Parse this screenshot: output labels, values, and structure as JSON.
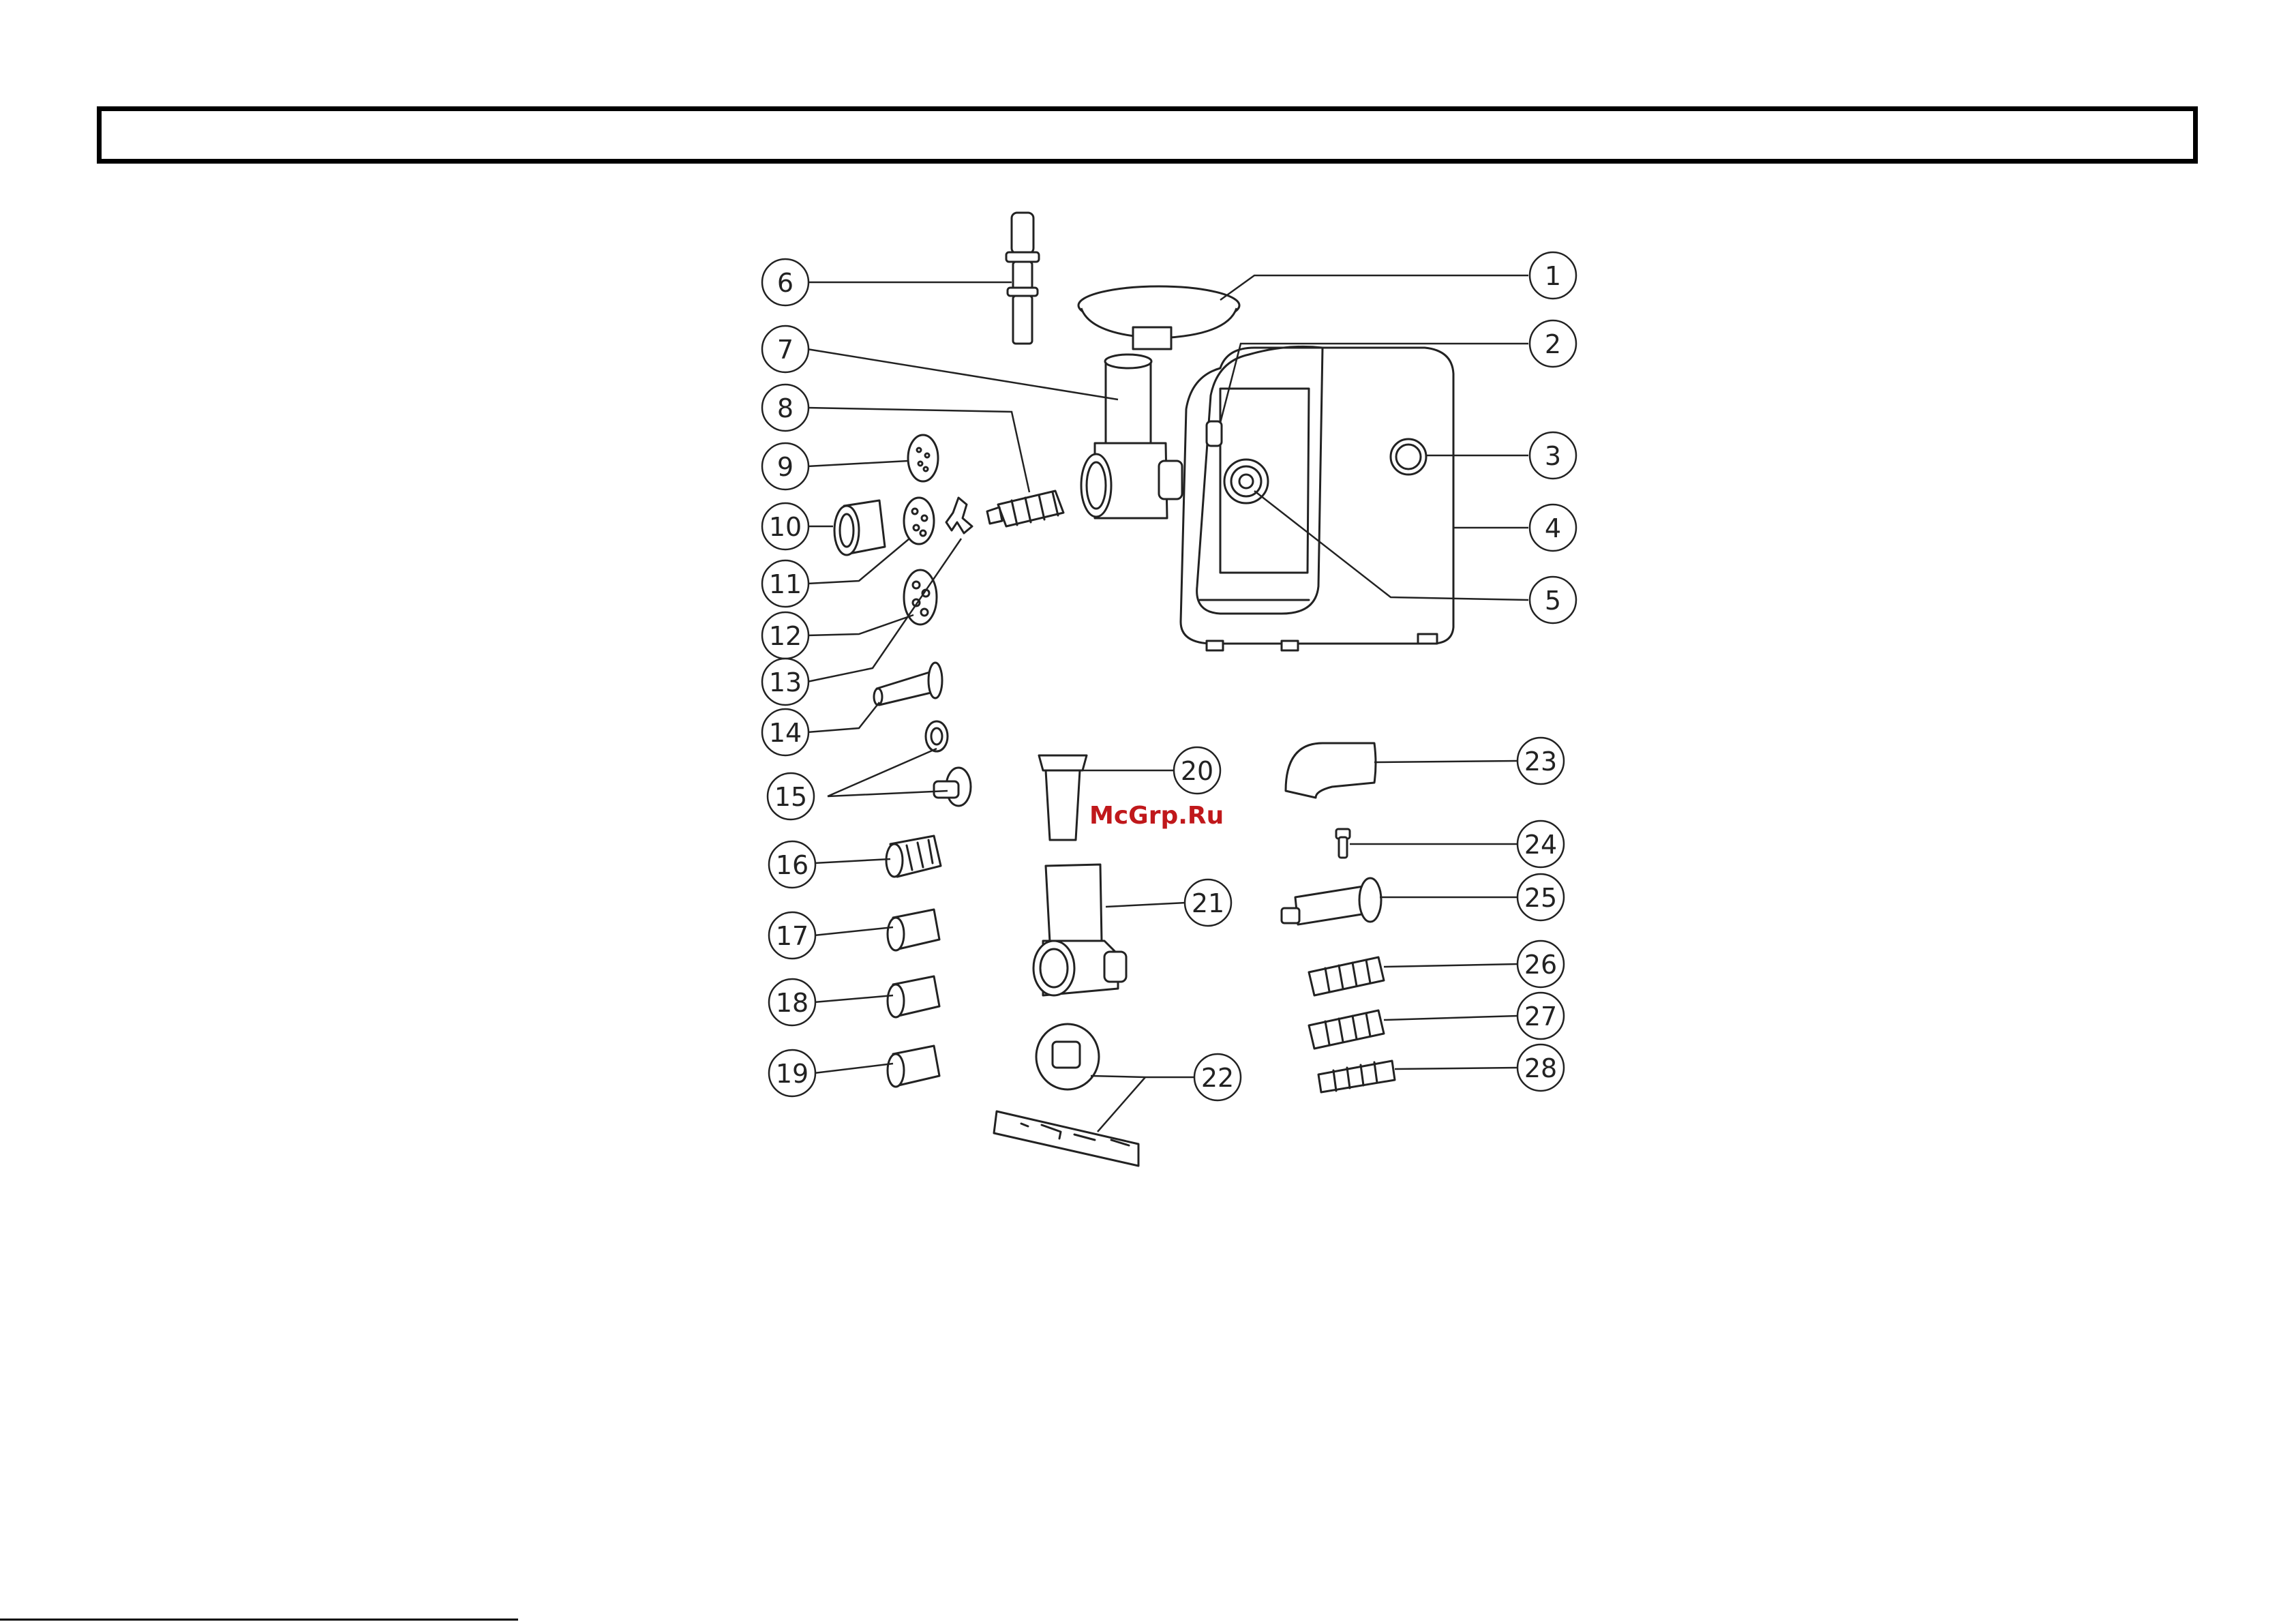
{
  "header": {
    "title": ""
  },
  "diagram": {
    "callouts": [
      "1",
      "2",
      "3",
      "4",
      "5",
      "6",
      "7",
      "8",
      "9",
      "10",
      "11",
      "12",
      "13",
      "14",
      "15",
      "16",
      "17",
      "18",
      "19",
      "20",
      "21",
      "22",
      "23",
      "24",
      "25",
      "26",
      "27",
      "28"
    ]
  },
  "watermark": {
    "text": "McGrp.Ru"
  }
}
